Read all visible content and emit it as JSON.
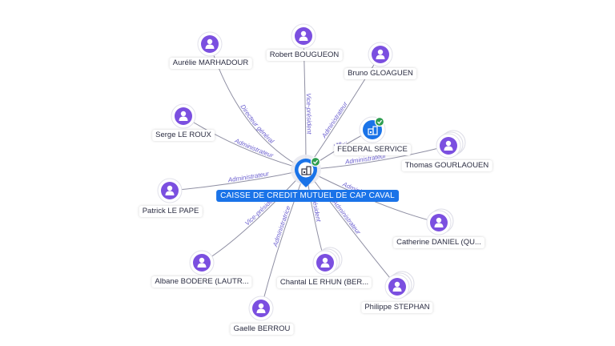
{
  "colors": {
    "person": "#7b4fe0",
    "company": "#1a73e8",
    "check": "#2e9d4f",
    "edge": "#8f8fa3",
    "edge_label": "#6b5fcf"
  },
  "center": {
    "label": "CAISSE DE CREDIT MUTUEL DE CAP CAVAL",
    "icon": "company-icon",
    "verified": true
  },
  "company_node": {
    "label": "FEDERAL SERVICE",
    "icon": "company-icon",
    "verified": true
  },
  "people": [
    {
      "name": "Aurélie MARHADOUR",
      "role": "Directeur général",
      "icon": "person-icon"
    },
    {
      "name": "Robert BOUGUEON",
      "role": "Vice-président",
      "icon": "person-icon"
    },
    {
      "name": "Bruno GLOAGUEN",
      "role": "Administrateur",
      "icon": "person-icon"
    },
    {
      "name": "Serge LE ROUX",
      "role": "Administrateur",
      "icon": "person-icon"
    },
    {
      "name": "Thomas GOURLAOUEN",
      "role": "Administrateur",
      "icon": "person-icon"
    },
    {
      "name": "Patrick LE PAPE",
      "role": "Administrateur",
      "icon": "person-icon"
    },
    {
      "name": "Catherine DANIEL (QU...",
      "role": "Administrateur",
      "icon": "person-icon"
    },
    {
      "name": "Albane BODERE (LAUTR...",
      "role": "Vice-présidente",
      "icon": "person-icon"
    },
    {
      "name": "Chantal LE RHUN (BER...",
      "role": "Président",
      "icon": "person-icon"
    },
    {
      "name": "Philippe STEPHAN",
      "role": "Administrateur",
      "icon": "person-icon"
    },
    {
      "name": "Gaelle BERROU",
      "role": "Administratrice",
      "icon": "person-icon"
    }
  ],
  "company_edge_role": "Me..."
}
